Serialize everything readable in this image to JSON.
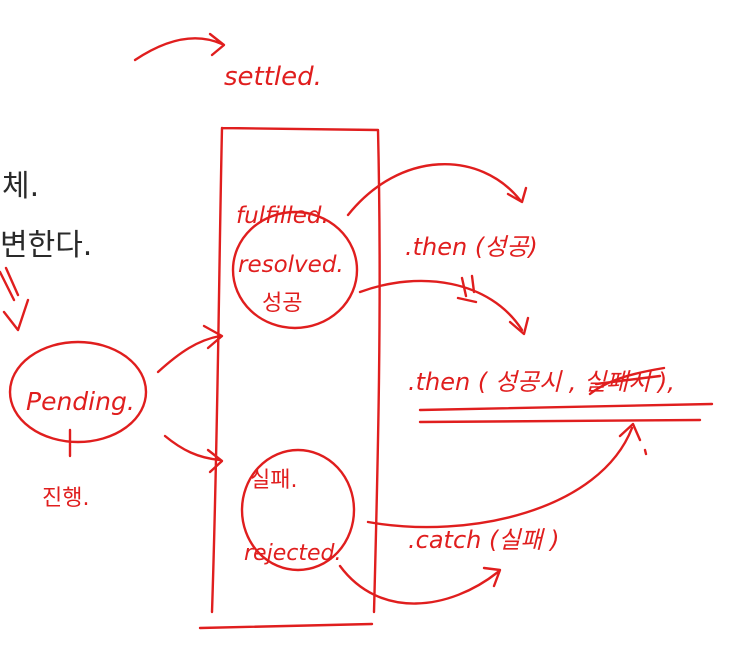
{
  "printed_text": {
    "line1_fragment": "체.",
    "line2_fragment": "변한다."
  },
  "annotations": {
    "settled": "settled.",
    "pending": "Pending.",
    "pending_sub": "진행.",
    "fulfilled": "fulfilled.",
    "resolved": "resolved.",
    "success": "성공",
    "fail": "실패.",
    "rejected": "rejected.",
    "then_success": ".then (성공)",
    "then_both": ".then ( 성공시 , 실패시 ),",
    "catch_fail": ".catch (실패 )"
  },
  "ink_color": "#e01e1e"
}
